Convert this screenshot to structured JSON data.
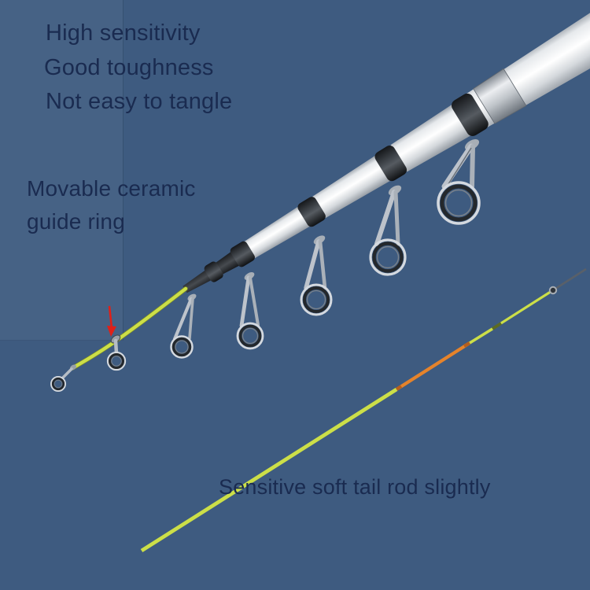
{
  "annotations": {
    "feature_line_1": "High sensitivity",
    "feature_line_2": "Good toughness",
    "feature_line_3": "Not easy to tangle",
    "guide_label_line_1": "Movable ceramic",
    "guide_label_line_2": "guide ring",
    "bottom_label": "Sensitive soft tail rod slightly"
  },
  "colors": {
    "background": "#3e5b80",
    "text": "#1a2b50",
    "arrow": "#e02018",
    "rod_white": "#f3f5f7",
    "rod_black": "#26282c",
    "tip_yellow": "#ccdf48",
    "tip_orange": "#e5832b",
    "guide_silver": "#cfd5db"
  }
}
